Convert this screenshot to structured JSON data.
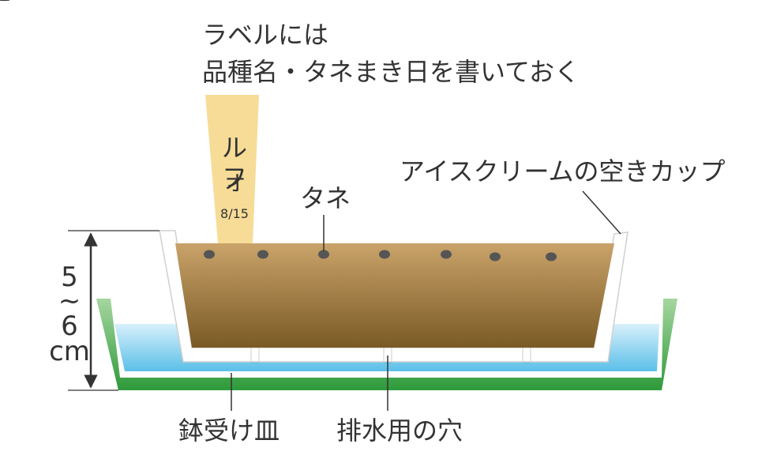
{
  "labels": {
    "label_note_line1": "ラベルには",
    "label_note_line2": "品種名・タネまき日を書いておく",
    "tag_name": "モルフォ",
    "tag_date": "8/15",
    "seed": "タネ",
    "cup": "アイスクリームの空きカップ",
    "saucer": "鉢受け皿",
    "drain_hole": "排水用の穴",
    "height_value_top": "5",
    "height_tilde": "~",
    "height_value_bottom": "6",
    "height_unit": "cm"
  },
  "colors": {
    "saucer_top": "#a6d6a0",
    "saucer_bottom": "#2e9a3a",
    "water_top": "#d8f0fb",
    "water_bottom": "#5bbfe8",
    "soil_top": "#c9a36a",
    "soil_bottom": "#7a5a24",
    "tag": "#f7dc97",
    "seed": "#555555",
    "cup_wall": "#ffffff",
    "line": "#333333",
    "text": "#333333"
  }
}
